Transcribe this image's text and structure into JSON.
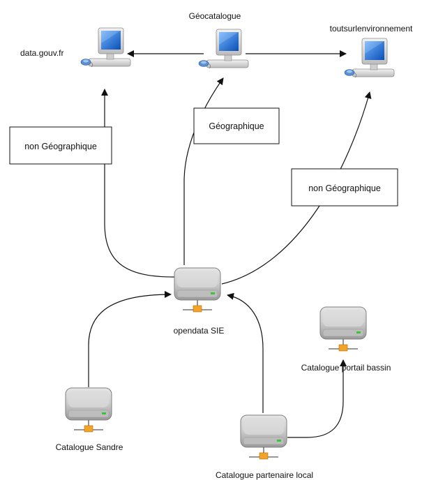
{
  "nodes": {
    "datagouv": {
      "label": "data.gouv.fr",
      "icon": "desktop-computer-icon"
    },
    "geocatalogue": {
      "label": "Géocatalogue",
      "icon": "desktop-computer-icon"
    },
    "toutsur": {
      "label": "toutsurlenvironnement",
      "icon": "desktop-computer-icon"
    },
    "opendata": {
      "label": "opendata SIE",
      "icon": "server-icon"
    },
    "sandre": {
      "label": "Catalogue Sandre",
      "icon": "server-icon"
    },
    "partenaire": {
      "label": "Catalogue partenaire local",
      "icon": "server-icon"
    },
    "bassin": {
      "label": "Catalogue portail bassin",
      "icon": "server-icon"
    }
  },
  "edge_labels": {
    "to_datagouv": "non Géographique",
    "to_geocatalogue": "Géographique",
    "to_toutsur": "non Géographique"
  },
  "colors": {
    "screen": "#1f6fd0",
    "server_body": "#b9b9b9",
    "network_port": "#f1a32a"
  }
}
